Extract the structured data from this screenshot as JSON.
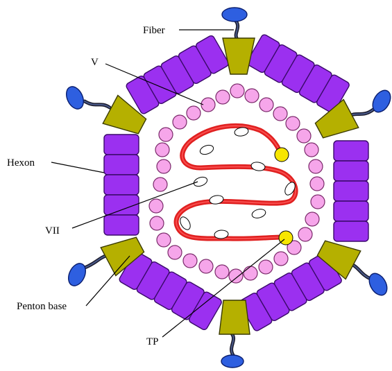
{
  "labels": {
    "fiber": "Fiber",
    "v": "V",
    "hexon": "Hexon",
    "vii": "VII",
    "penton_base": "Penton base",
    "tp": "TP"
  },
  "colors": {
    "hexon": "#9b30f0",
    "penton_base": "#b5b000",
    "fiber_knob": "#2e5fe0",
    "protein_v": "#f6a6ea",
    "dna": "#e02020",
    "protein_vii": "#ffffff",
    "terminal_protein": "#f7e600"
  }
}
